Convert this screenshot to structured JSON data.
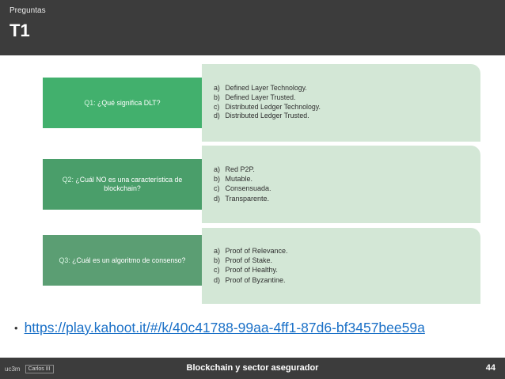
{
  "header": {
    "section": "Preguntas",
    "title": "T1"
  },
  "questions": [
    {
      "id": "Q1:",
      "text": "¿Qué significa DLT?",
      "options": [
        {
          "tag": "a)",
          "text": "Defined Layer Technology."
        },
        {
          "tag": "b)",
          "text": "Defined Layer Trusted."
        },
        {
          "tag": "c)",
          "text": "Distributed Ledger Technology."
        },
        {
          "tag": "d)",
          "text": "Distributed Ledger Trusted."
        }
      ]
    },
    {
      "id": "Q2:",
      "text": "¿Cuál NO es una característica de blockchain?",
      "options": [
        {
          "tag": "a)",
          "text": "Red P2P."
        },
        {
          "tag": "b)",
          "text": "Mutable."
        },
        {
          "tag": "c)",
          "text": "Consensuada."
        },
        {
          "tag": "d)",
          "text": "Transparente."
        }
      ]
    },
    {
      "id": "Q3:",
      "text": "¿Cuál es un algoritmo de consenso?",
      "options": [
        {
          "tag": "a)",
          "text": "Proof of Relevance."
        },
        {
          "tag": "b)",
          "text": "Proof of Stake."
        },
        {
          "tag": "c)",
          "text": "Proof of Healthy."
        },
        {
          "tag": "d)",
          "text": "Proof of Byzantine."
        }
      ]
    }
  ],
  "link": {
    "bullet": "•",
    "url": "https://play.kahoot.it/#/k/40c41788-99aa-4ff1-87d6-bf3457bee59a"
  },
  "footer": {
    "logo_left": "uc3m",
    "logo_right": "Carlos III",
    "title": "Blockchain y sector asegurador",
    "page": "44"
  }
}
